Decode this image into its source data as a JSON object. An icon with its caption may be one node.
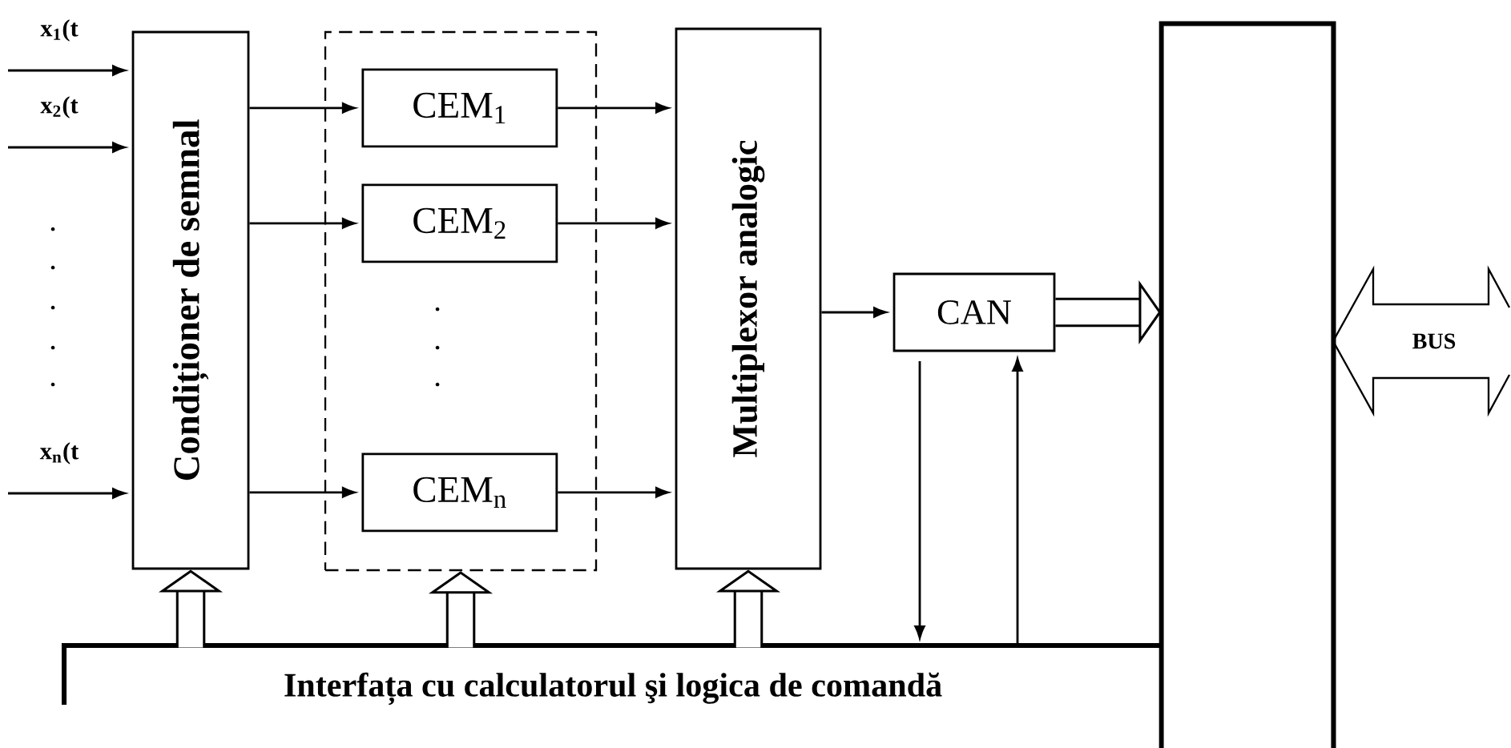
{
  "diagram": {
    "nodes": [
      {
        "text": [
          "Condiționer de semnal"
        ]
      },
      {
        "text": [],
        "shape": "box"
      },
      {
        "text": [
          "CEM$_{1}$"
        ],
        "in": 1
      },
      {
        "text": [
          "CEM$_{2}$"
        ],
        "in": 1
      },
      {
        "text": [
          "CEM$_{n}$"
        ],
        "in": 1
      },
      {
        "text": [
          "Multiplexor analogic"
        ]
      },
      {
        "text": [
          "CAN"
        ]
      },
      {
        "text": [
          "Interfața cu calculatorul şi logica de comandă"
        ]
      },
      {
        "text": [
          "BUS"
        ]
      },
      {
        "text": [],
        "shape": "bar"
      }
    ],
    "edges": [
      {
        "from": null,
        "to": 0,
        "arrow": "to",
        "label": "x$_{1}$(t"
      },
      {
        "from": null,
        "to": 0,
        "arrow": "to",
        "label": "x$_{2}$(t"
      },
      {
        "from": null,
        "to": 0,
        "arrow": "to",
        "label": "x$_{n}$(t"
      },
      {
        "from": 0,
        "to": 2,
        "arrow": "to"
      },
      {
        "from": 0,
        "to": 3,
        "arrow": "to"
      },
      {
        "from": 0,
        "to": 4,
        "arrow": "to"
      },
      {
        "from": 2,
        "to": 5,
        "arrow": "to"
      },
      {
        "from": 3,
        "to": 5,
        "arrow": "to"
      },
      {
        "from": 4,
        "to": 5,
        "arrow": "to"
      },
      {
        "from": 5,
        "to": 6,
        "arrow": "to"
      },
      {
        "from": 6,
        "to": 9,
        "arrow": "to",
        "style": "thick"
      },
      {
        "from": 6,
        "to": 7,
        "arrow": "to"
      },
      {
        "from": 7,
        "to": 6,
        "arrow": "to"
      },
      {
        "from": 7,
        "to": 0,
        "arrow": "to",
        "style": "thick"
      },
      {
        "from": 7,
        "to": 1,
        "arrow": "to",
        "style": "thick"
      },
      {
        "from": 7,
        "to": 5,
        "arrow": "to",
        "style": "thick"
      }
    ]
  }
}
